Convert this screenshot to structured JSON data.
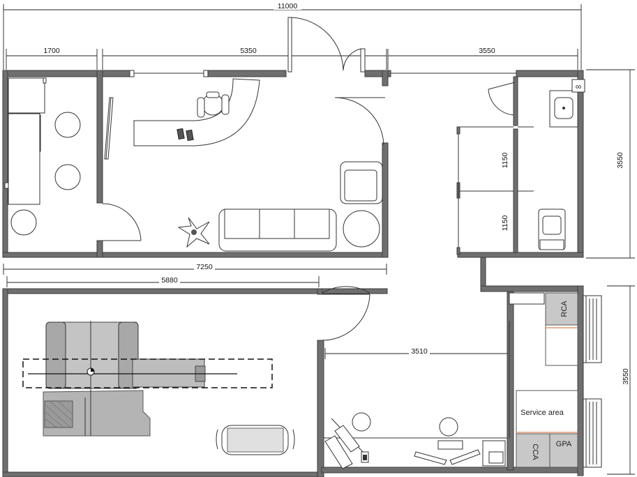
{
  "dimensions": {
    "overall_width": "11000",
    "left_room_width": "1700",
    "reception_width": "5350",
    "toilet_width": "3550",
    "toilet_depth": "3550",
    "stall_top": "1150",
    "stall_bottom": "1150",
    "corridor_length": "7250",
    "scanner_room_width": "5880",
    "control_room_width": "3510",
    "control_room_depth": "3550"
  },
  "labels": {
    "rca": "RCA",
    "service_area": "Service area",
    "cca": "CCA",
    "gpa": "GPA"
  },
  "colors": {
    "wall": "#6f6f6f",
    "equipment_gray": "#c8c8c8",
    "divider_orange": "#e39a6e"
  }
}
